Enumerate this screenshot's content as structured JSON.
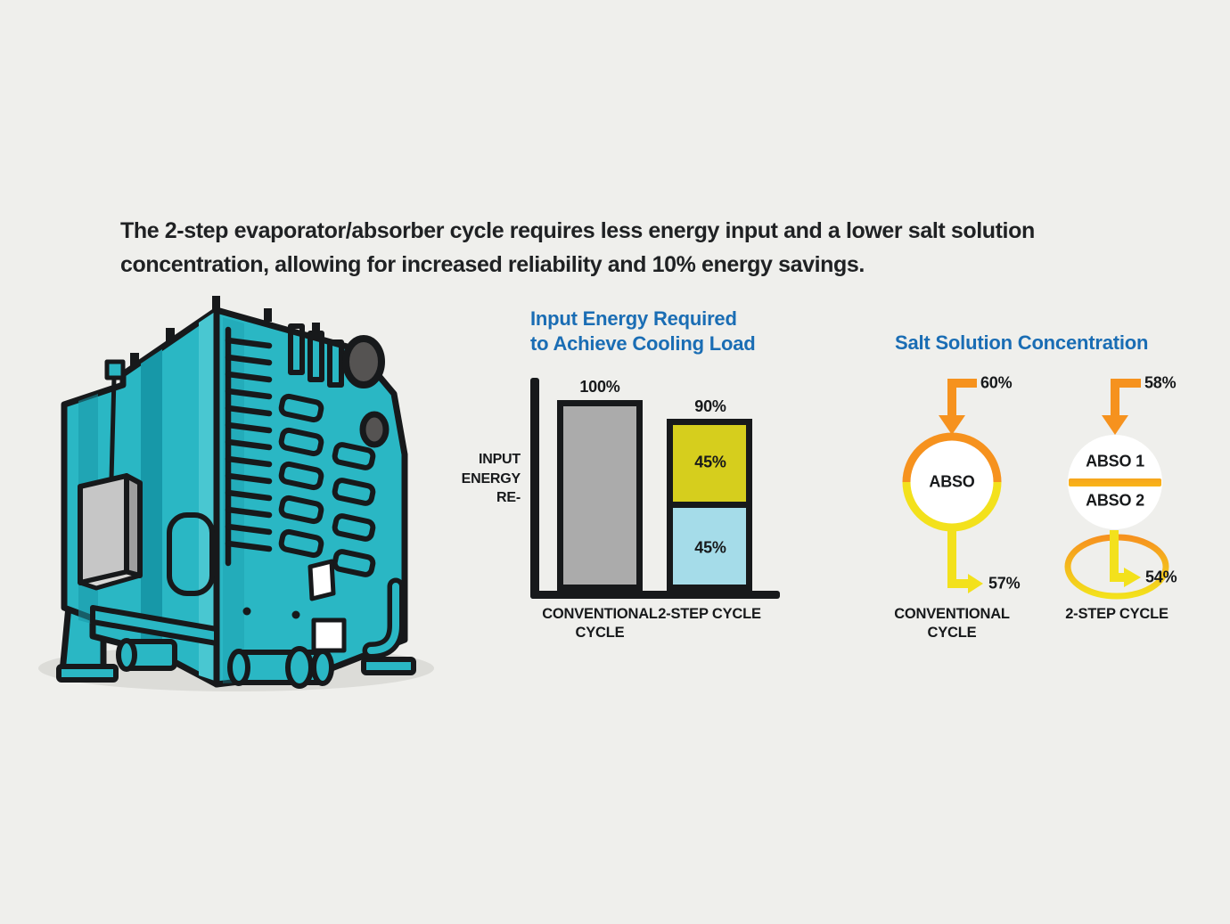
{
  "header": {
    "text": "The 2-step evaporator/absorber cycle requires less energy input and a lower salt solution\nconcentration, allowing for increased reliability and 10% energy savings."
  },
  "illustration": {
    "label": "absorption-chiller"
  },
  "chart_data": {
    "type": "bar",
    "stacked": true,
    "title": "Input Energy Required\nto Achieve Cooling Load",
    "ylabel": "INPUT\nENERGY\nRE-",
    "categories": [
      "CONVENTIONAL CYCLE",
      "2-STEP CYCLE"
    ],
    "series": [
      {
        "name": "lower-segment",
        "values": [
          100,
          45
        ],
        "colors": [
          "#ababab",
          "#a5dce9"
        ]
      },
      {
        "name": "upper-segment",
        "values": [
          0,
          45
        ],
        "colors": [
          "",
          "#d6ce1d"
        ]
      }
    ],
    "bar_total_labels": [
      "100%",
      "90%"
    ],
    "segment_labels": {
      "two_step_upper": "45%",
      "two_step_lower": "45%"
    },
    "unit": "%",
    "ylim": [
      0,
      110
    ],
    "grid": false,
    "legend": "none"
  },
  "salt_diagram": {
    "title": "Salt Solution Concentration",
    "conventional": {
      "inlet_concentration": "60%",
      "outlet_concentration": "57%",
      "vessel_label": "ABSO",
      "caption": "CONVENTIONAL CYCLE"
    },
    "two_step": {
      "inlet_concentration": "58%",
      "outlet_concentration": "54%",
      "vessel_label_top": "ABSO 1",
      "vessel_label_bottom": "ABSO 2",
      "caption": "2-STEP CYCLE"
    }
  },
  "colors": {
    "background": "#efefec",
    "ink": "#17191b",
    "heading_blue": "#1a6db4",
    "orange": "#f6921e",
    "yellow": "#f3e11c",
    "amber": "#f9b517",
    "bar_gray": "#ababab",
    "bar_olive": "#d6ce1d",
    "bar_lightblue": "#a5dce9",
    "machine_teal": "#2ab7c4",
    "machine_teal_dark": "#1798a8",
    "machine_teal_light": "#49c7d1",
    "panel_gray": "#c6c6c6",
    "panel_gray_dark": "#9e9e9e",
    "port_gray": "#555352",
    "shadow_gray": "#dcdcd8"
  }
}
